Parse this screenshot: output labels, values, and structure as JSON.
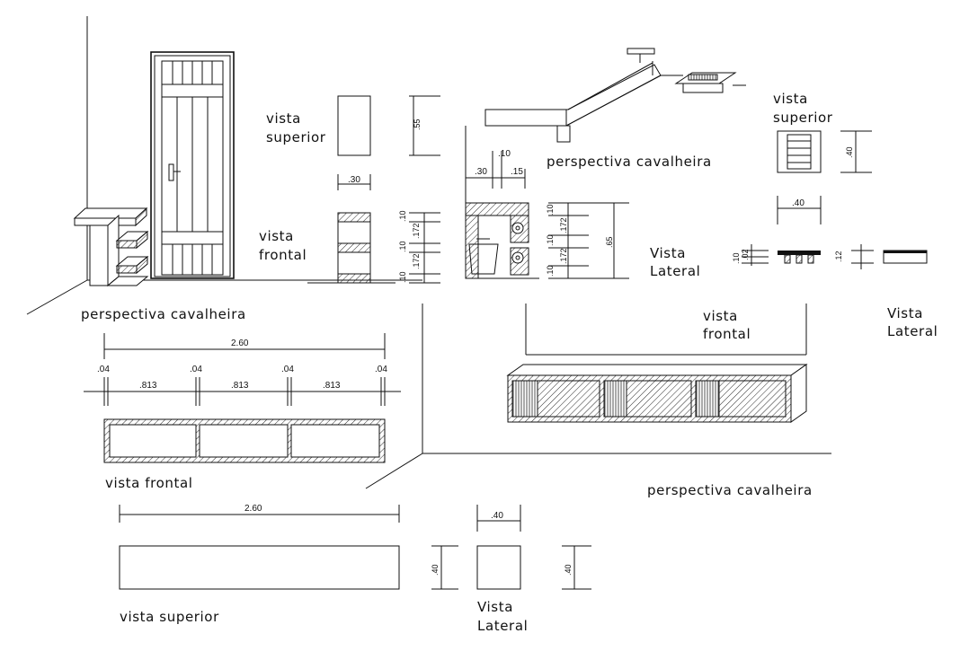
{
  "labels": {
    "vista_superior_1": [
      "vista",
      "superior"
    ],
    "vista_frontal_1": [
      "vista",
      "frontal"
    ],
    "perspectiva_1": "perspectiva cavalheira",
    "perspectiva_2": "perspectiva cavalheira",
    "vista_superior_2": [
      "vista",
      "superior"
    ],
    "vista_lateral_1": [
      "Vista",
      "Lateral"
    ],
    "vista_frontal_2": [
      "vista",
      "frontal"
    ],
    "vista_lateral_2": [
      "Vista",
      "Lateral"
    ],
    "perspectiva_3": "perspectiva cavalheira",
    "vista_frontal_3": "vista frontal",
    "vista_superior_3": "vista superior",
    "vista_lateral_3": [
      "Vista",
      "Lateral"
    ]
  },
  "dimensions": {
    "top_view_height": ".55",
    "top_view_width": ".30",
    "front_v1": ".10",
    "front_v2": ".172",
    "front_v3": ".10",
    "front_v4": ".172",
    "front_v5": ".10",
    "side_depth_a": ".30",
    "side_depth_b": ".10",
    "side_depth_c": ".15",
    "side_v1": ".10",
    "side_v2": ".172",
    "side_v3": ".10",
    "side_v4": ".172",
    "side_v5": ".10",
    "side_total": ".65",
    "bench_top_h": ".40",
    "bench_top_w": ".40",
    "bench_front_a": ".10",
    "bench_front_b": ".02",
    "bench_side_h": ".12",
    "shelf_total": "2.60",
    "shelf_end_1": ".04",
    "shelf_end_2": ".04",
    "shelf_end_3": ".04",
    "shelf_end_4": ".04",
    "shelf_bay_1": ".813",
    "shelf_bay_2": ".813",
    "shelf_bay_3": ".813",
    "top_total": "2.60",
    "top_depth": ".40",
    "lat_width": ".40",
    "lat_height": ".40"
  }
}
